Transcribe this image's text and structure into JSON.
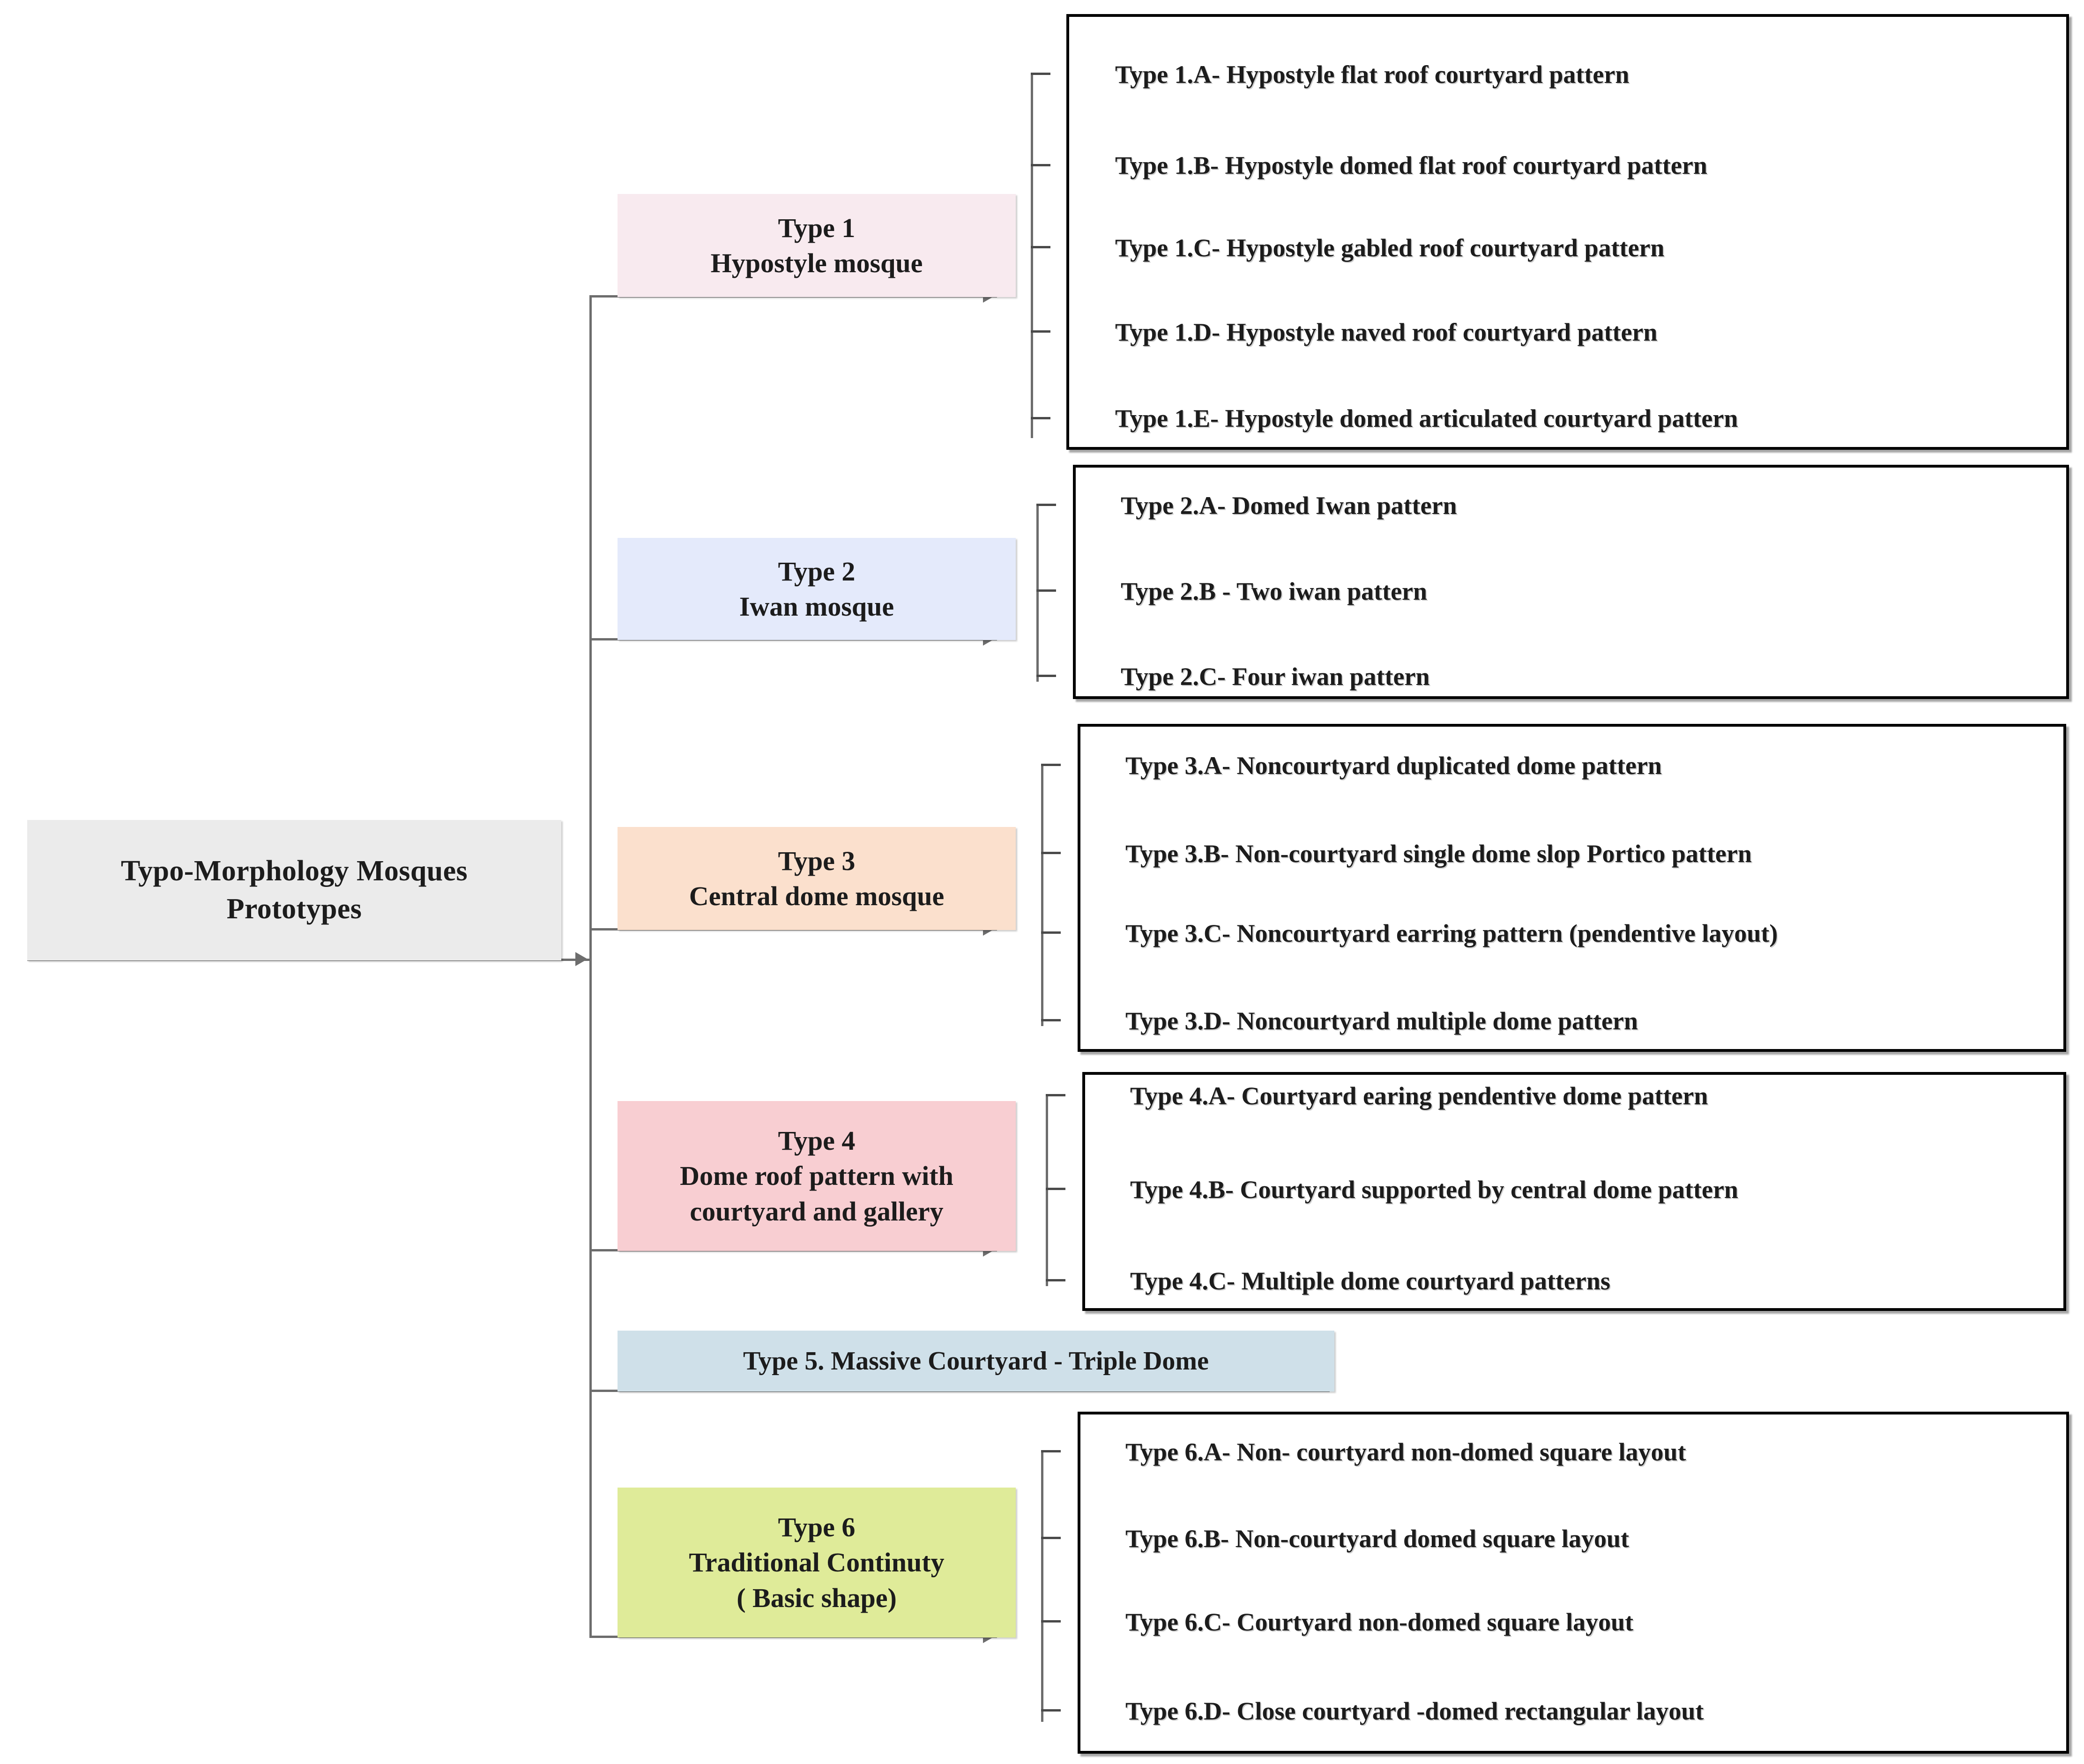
{
  "diagram": {
    "title": "Typo-Morphology Mosques Prototypes",
    "root": {
      "label_line1": "Typo-Morphology Mosques",
      "label_line2": "Prototypes",
      "color": "#ebebeb"
    },
    "branches": [
      {
        "id": "type-1",
        "line1": "Type 1",
        "line2": "Hypostyle mosque",
        "color": "#f8eaef",
        "items": [
          "Type 1.A- Hypostyle flat roof courtyard pattern",
          "Type 1.B- Hypostyle domed flat roof courtyard pattern",
          "Type 1.C- Hypostyle gabled  roof courtyard pattern",
          "Type 1.D- Hypostyle naved  roof courtyard pattern",
          "Type 1.E- Hypostyle domed articulated courtyard pattern"
        ]
      },
      {
        "id": "type-2",
        "line1": "Type 2",
        "line2": "Iwan mosque",
        "color": "#e4eafb",
        "items": [
          "Type 2.A-  Domed Iwan pattern",
          "Type 2.B - Two iwan pattern",
          "Type 2.C- Four iwan pattern"
        ]
      },
      {
        "id": "type-3",
        "line1": "Type 3",
        "line2": "Central dome mosque",
        "color": "#fbe0cd",
        "items": [
          "Type 3.A- Noncourtyard duplicated  dome pattern",
          "Type 3.B- Non-courtyard single dome slop Portico pattern",
          "Type 3.C- Noncourtyard  earring pattern (pendentive layout)",
          "Type 3.D- Noncourtyard  multiple dome pattern"
        ]
      },
      {
        "id": "type-4",
        "line1": "Type 4",
        "line2": "Dome roof pattern with",
        "line3": "courtyard and gallery",
        "color": "#f8ced2",
        "items": [
          "Type 4.A- Courtyard earing pendentive dome  pattern",
          "Type 4.B- Courtyard supported by central dome pattern",
          "Type 4.C- Multiple dome courtyard patterns"
        ]
      },
      {
        "id": "type-5",
        "line1": "Type 5. Massive Courtyard - Triple Dome",
        "color": "#cfe0e9",
        "items": []
      },
      {
        "id": "type-6",
        "line1": "Type 6",
        "line2": "Traditional Continuty",
        "line3": "( Basic shape)",
        "color": "#dfeb99",
        "items": [
          "Type 6.A- Non- courtyard non-domed square layout",
          "Type 6.B- Non-courtyard domed square layout",
          "Type 6.C- Courtyard non-domed square layout",
          "Type 6.D- Close courtyard -domed rectangular layout"
        ]
      }
    ]
  }
}
